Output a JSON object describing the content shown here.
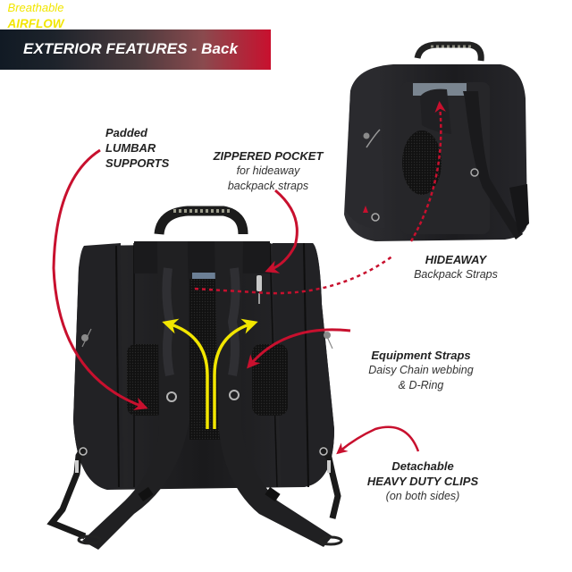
{
  "banner": {
    "title": "EXTERIOR FEATURES - Back",
    "gradient_start": "#111a24",
    "gradient_end": "#c8102e"
  },
  "colors": {
    "accent_red": "#c8102e",
    "airflow_yellow": "#f2e600",
    "bag_black": "#1b1b1d"
  },
  "callouts": {
    "lumbar": {
      "line1": "Padded",
      "line2": "LUMBAR",
      "line3": "SUPPORTS"
    },
    "zipper": {
      "title": "ZIPPERED POCKET",
      "line1": "for hideaway",
      "line2": "backpack straps"
    },
    "hideaway": {
      "title": "HIDEAWAY",
      "line1": "Backpack Straps"
    },
    "equipment": {
      "title": "Equipment Straps",
      "line1": "Daisy Chain webbing",
      "line2": "& D-Ring"
    },
    "clips": {
      "line1": "Detachable",
      "title": "HEAVY DUTY CLIPS",
      "line2": "(on both sides)"
    },
    "airflow": {
      "line1": "Breathable",
      "title": "AIRFLOW"
    }
  },
  "images": {
    "main_bag": "boot-bag-back-view-straps-out",
    "inset_bag": "boot-bag-back-view-hideaway"
  }
}
